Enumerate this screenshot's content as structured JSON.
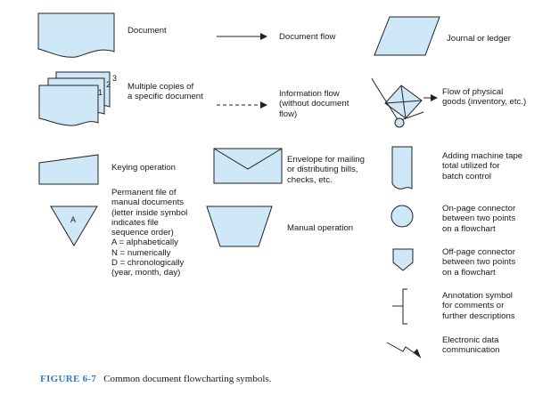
{
  "symbols": {
    "document": "Document",
    "multiple_copies": "Multiple copies of\na specific document",
    "keying_operation": "Keying operation",
    "permanent_file": "Permanent file of\nmanual documents\n(letter inside symbol\nindicates file\nsequence order)\nA = alphabetically\nN = numerically\nD = chronologically\n     (year, month, day)",
    "document_flow": "Document flow",
    "information_flow": "Information flow\n(without document\nflow)",
    "envelope": "Envelope for mailing\nor distributing bills,\nchecks, etc.",
    "manual_operation": "Manual operation",
    "journal": "Journal or ledger",
    "physical_flow": "Flow of physical\ngoods (inventory, etc.)",
    "adding_machine_tape": "Adding machine tape\ntotal utilized for\nbatch control",
    "on_page_connector": "On-page connector\nbetween two points\non a flowchart",
    "off_page_connector": "Off-page connector\nbetween two points\non a flowchart",
    "annotation": "Annotation symbol\nfor comments or\nfurther descriptions",
    "electronic_data": "Electronic data\ncommunication"
  },
  "copy_numbers": [
    "1",
    "2",
    "3"
  ],
  "file_letter": "A",
  "caption": {
    "figure_number": "FIGURE 6-7",
    "text": "Common document flowcharting symbols."
  },
  "colors": {
    "symbol_fill": "#cfe8f7",
    "caption_accent": "#2f7fc1"
  }
}
